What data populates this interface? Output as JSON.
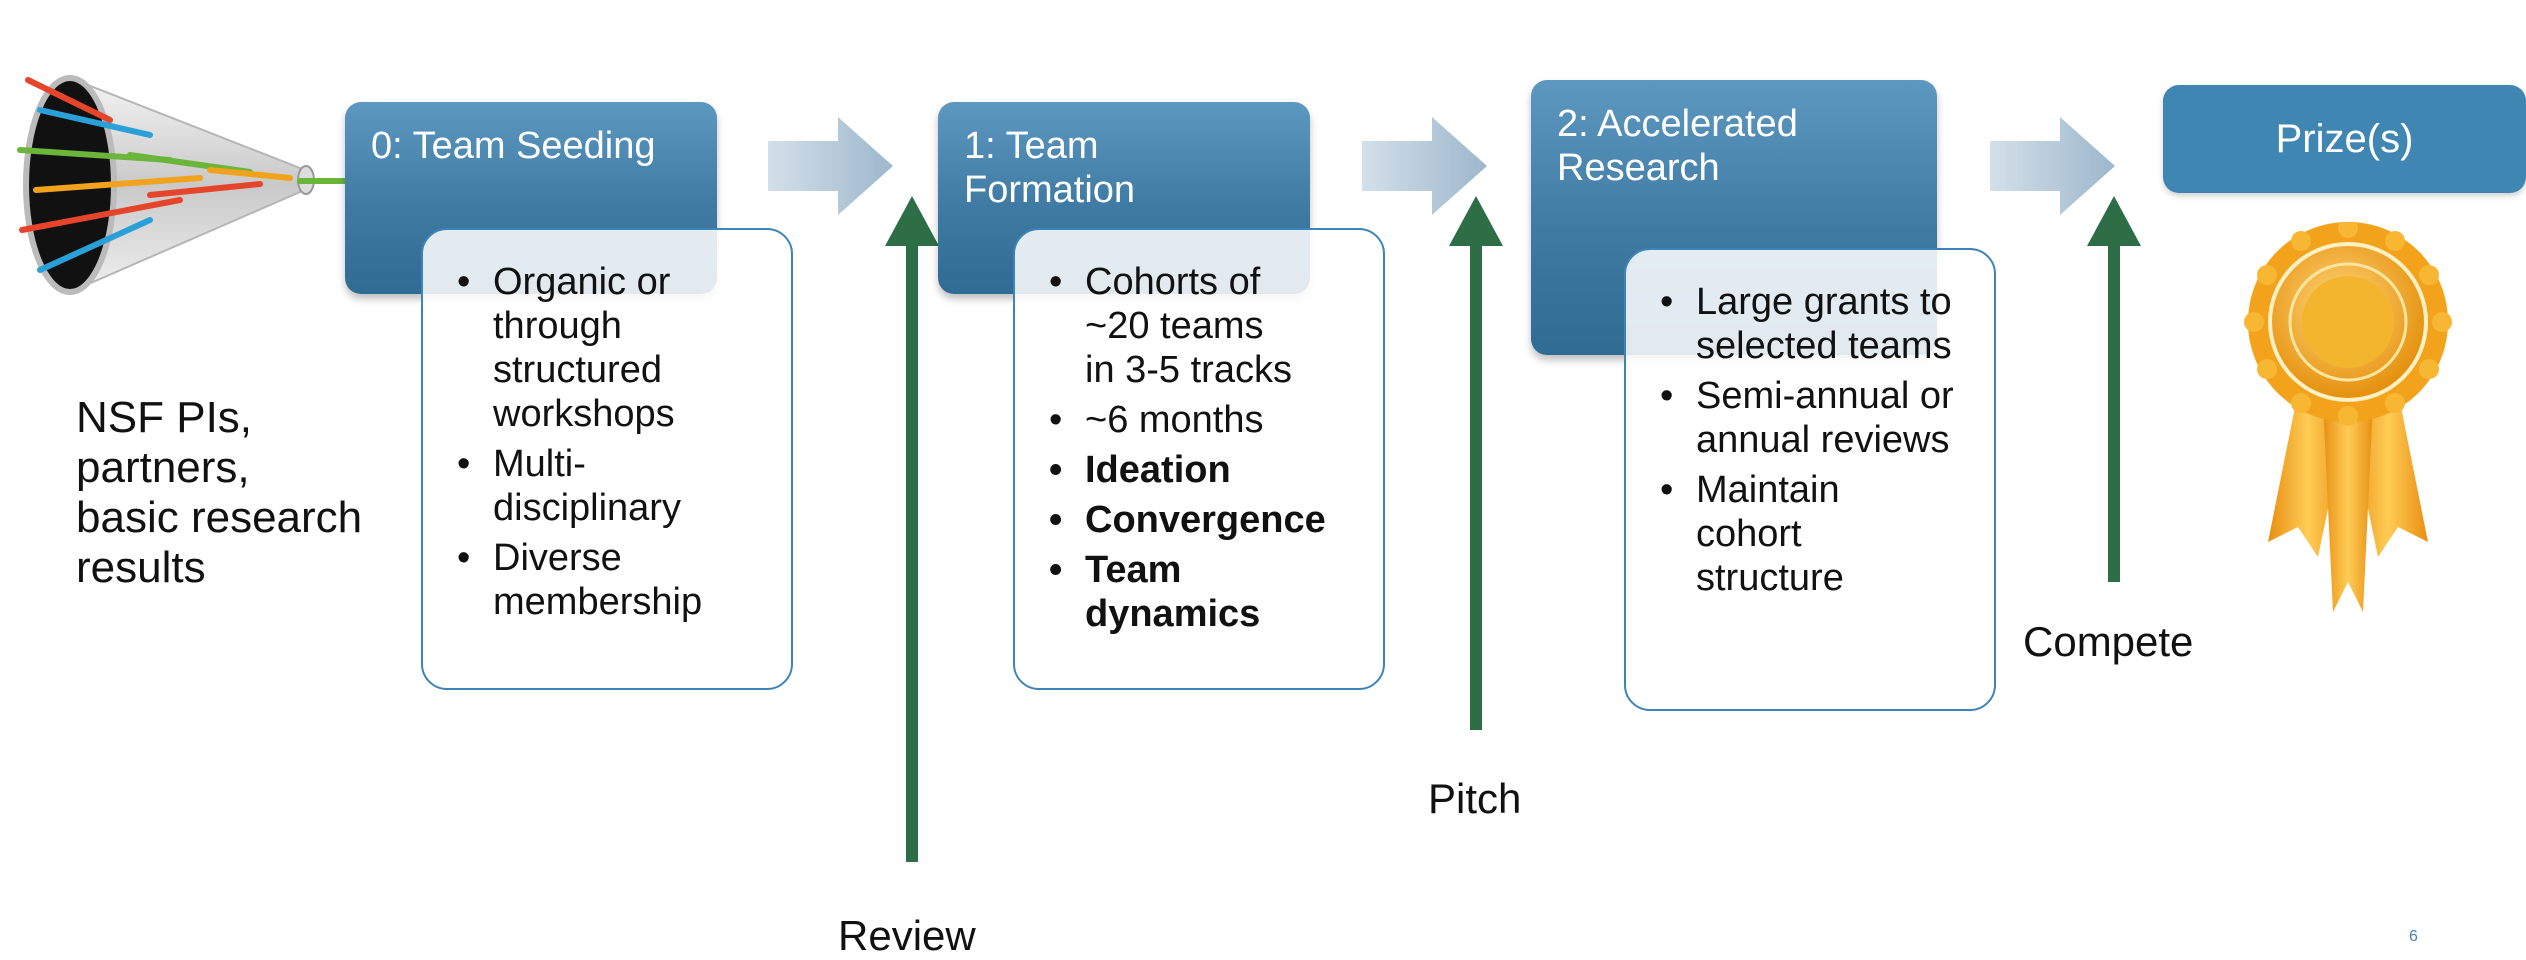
{
  "input_text": [
    "NSF PIs,",
    "partners,",
    "basic research",
    "results"
  ],
  "stages": [
    {
      "title": [
        "0: Team Seeding"
      ],
      "bullets": [
        {
          "lines": [
            "Organic or",
            "through",
            "structured",
            "workshops"
          ],
          "bold": false
        },
        {
          "lines": [
            "Multi-",
            "disciplinary"
          ],
          "bold": false
        },
        {
          "lines": [
            "Diverse",
            "membership"
          ],
          "bold": false
        }
      ]
    },
    {
      "title": [
        "1: Team",
        "Formation"
      ],
      "bullets": [
        {
          "lines": [
            "Cohorts of",
            "~20 teams",
            "in 3-5 tracks"
          ],
          "bold": false
        },
        {
          "lines": [
            "~6 months"
          ],
          "bold": false
        },
        {
          "lines": [
            "Ideation"
          ],
          "bold": true
        },
        {
          "lines": [
            "Convergence"
          ],
          "bold": true
        },
        {
          "lines": [
            "Team",
            "dynamics"
          ],
          "bold": true
        }
      ]
    },
    {
      "title": [
        "2: Accelerated",
        "Research"
      ],
      "bullets": [
        {
          "lines": [
            "Large grants to",
            "selected teams"
          ],
          "bold": false
        },
        {
          "lines": [
            "Semi-annual or",
            "annual reviews"
          ],
          "bold": false
        },
        {
          "lines": [
            "Maintain",
            "cohort",
            "structure"
          ],
          "bold": false
        }
      ]
    }
  ],
  "prize": {
    "title": "Prize(s)"
  },
  "gates": {
    "review": "Review",
    "pitch": "Pitch",
    "compete": "Compete"
  },
  "page_number": "6",
  "colors": {
    "stage_header": "#3f7aa3",
    "prize_header": "#3f86b3",
    "detail_border": "#3f84b8",
    "gate_arrow": "#2e6e47",
    "flow_arrow": "#a9c0d3",
    "ribbon": "#f2a31b"
  },
  "icons": {
    "funnel": "funnel-icon",
    "ribbon": "prize-ribbon-icon"
  }
}
